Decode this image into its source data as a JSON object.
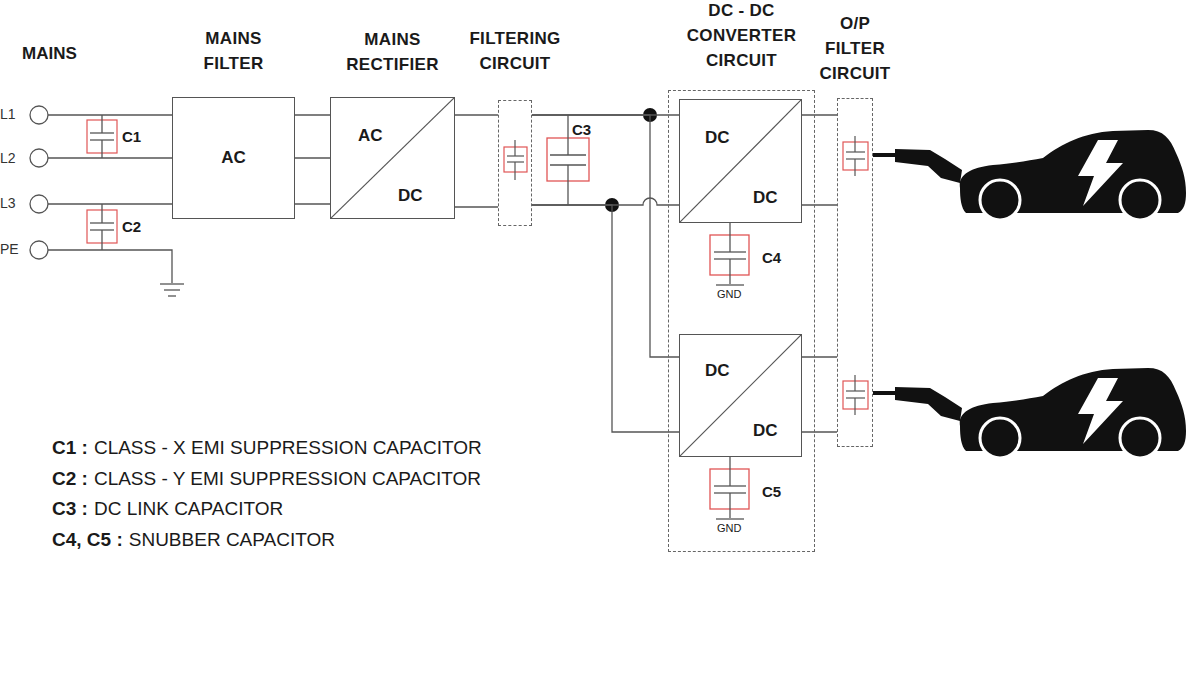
{
  "diagram": {
    "nodes": [
      {
        "text": [
          "MAINS FILTER",
          "AC"
        ]
      },
      {
        "text": [
          "MAINS RECTIFIER",
          "AC",
          "DC"
        ]
      },
      {
        "text": [
          "FILTERING CIRCUIT"
        ]
      },
      {
        "text": [
          "DC - DC CONVERTER CIRCUIT"
        ]
      },
      {
        "text": [
          "DC",
          "DC"
        ],
        "in": 3
      },
      {
        "text": [
          "DC",
          "DC"
        ],
        "in": 3
      },
      {
        "text": [
          "O/P FILTER CIRCUIT"
        ]
      }
    ],
    "edges": [
      {
        "from": 0,
        "to": 1,
        "arrow": "none"
      },
      {
        "from": 1,
        "to": 2,
        "arrow": "none"
      },
      {
        "from": 2,
        "to": 4,
        "arrow": "none"
      },
      {
        "from": 2,
        "to": 5,
        "arrow": "none"
      },
      {
        "from": 4,
        "to": 6,
        "arrow": "none"
      },
      {
        "from": 5,
        "to": 6,
        "arrow": "none"
      }
    ],
    "labels": [
      "MAINS",
      "L1",
      "L2",
      "L3",
      "PE",
      "C1",
      "C2",
      "C3",
      "C4",
      "GND",
      "C5",
      "GND",
      "C1 :",
      "CLASS - X EMI SUPPRESSION CAPACITOR",
      "C2 :",
      "CLASS - Y EMI SUPPRESSION CAPACITOR",
      "C3 :",
      "DC LINK CAPACITOR",
      "C4, C5 :",
      "SNUBBER CAPACITOR"
    ]
  }
}
